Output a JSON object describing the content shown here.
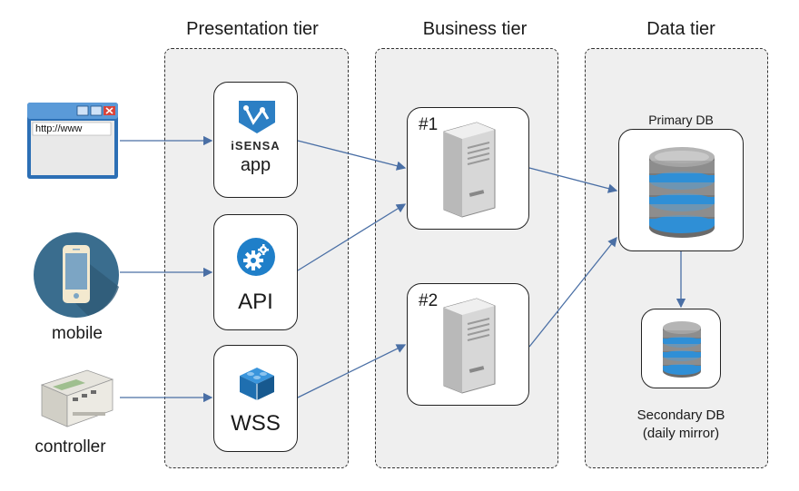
{
  "tiers": {
    "presentation": "Presentation tier",
    "business": "Business tier",
    "data": "Data tier"
  },
  "clients": {
    "browser_url": "http://www",
    "mobile_label": "mobile",
    "controller_label": "controller"
  },
  "presentation_nodes": {
    "app_logo_text": "iSENSA",
    "app_label": "app",
    "api_label": "API",
    "wss_label": "WSS"
  },
  "business_nodes": {
    "server1_label": "#1",
    "server2_label": "#2"
  },
  "data_nodes": {
    "primary_label": "Primary DB",
    "secondary_label_line1": "Secondary DB",
    "secondary_label_line2": "(daily mirror)"
  },
  "colors": {
    "arrow": "#4a6fa5",
    "db_blue": "#2f8fd6",
    "icon_blue": "#1f7fc9",
    "mobile_circle": "#3a6d8e"
  }
}
